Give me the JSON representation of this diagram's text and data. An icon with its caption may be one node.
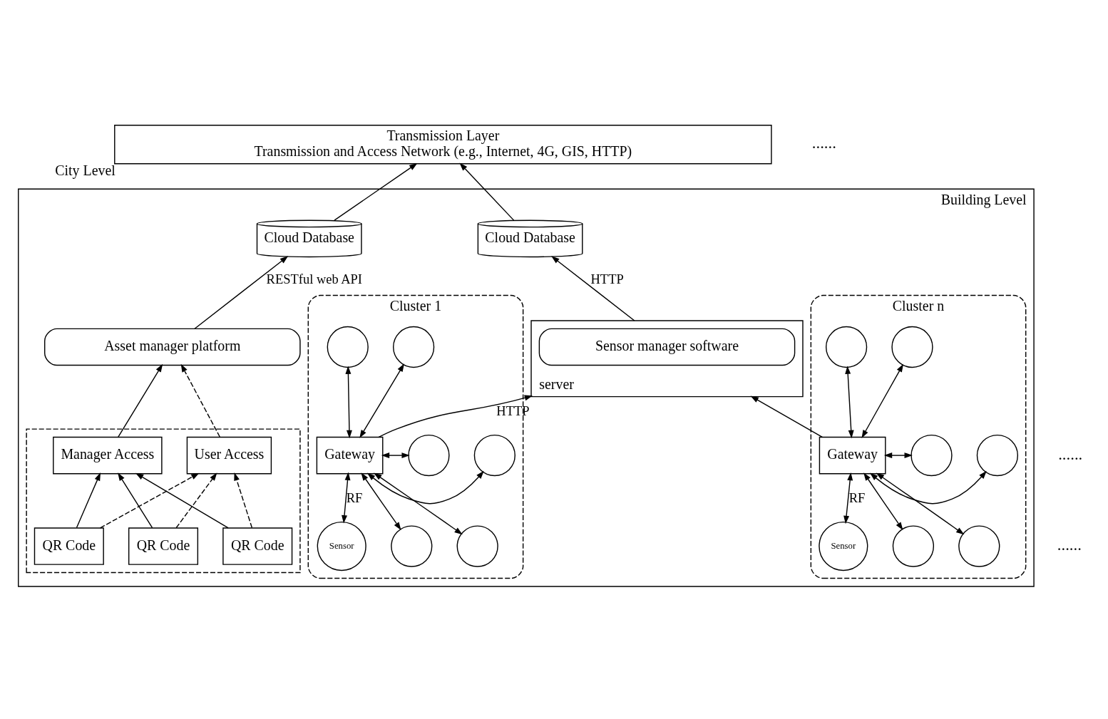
{
  "diagram": {
    "nodes": [
      {
        "text": [
          "Transmission Layer",
          "Transmission and Access Network (e.g., Internet, 4G, GIS, HTTP)"
        ],
        "beside": [
          "City Level"
        ]
      },
      {
        "text": [
          "Building Level"
        ]
      },
      {
        "text": [
          "Cloud Database"
        ],
        "in": 1
      },
      {
        "text": [
          "Cloud Database"
        ],
        "in": 1
      },
      {
        "text": [
          "server"
        ],
        "in": 1
      },
      {
        "text": [
          "Sensor manager software"
        ],
        "in": 4
      },
      {
        "text": [
          "Asset manager platform"
        ],
        "in": 1
      },
      {
        "text": [
          "Cluster 1"
        ],
        "in": 1
      },
      {
        "text": [
          "Gateway"
        ],
        "in": 7
      },
      {
        "text": [],
        "shape": "circle",
        "in": 7
      },
      {
        "text": [],
        "shape": "circle",
        "in": 7
      },
      {
        "text": [],
        "shape": "circle",
        "in": 7
      },
      {
        "text": [],
        "shape": "circle",
        "in": 7
      },
      {
        "text": [],
        "shape": "circle",
        "in": 7
      },
      {
        "text": [],
        "shape": "circle",
        "in": 7
      },
      {
        "text": [
          "Sensor"
        ],
        "in": 7
      },
      {
        "text": [
          "Cluster n"
        ],
        "in": 1
      },
      {
        "text": [
          "Gateway"
        ],
        "in": 16
      },
      {
        "text": [],
        "shape": "circle",
        "in": 16
      },
      {
        "text": [],
        "shape": "circle",
        "in": 16
      },
      {
        "text": [],
        "shape": "circle",
        "in": 16
      },
      {
        "text": [],
        "shape": "circle",
        "in": 16
      },
      {
        "text": [],
        "shape": "circle",
        "in": 16
      },
      {
        "text": [],
        "shape": "circle",
        "in": 16
      },
      {
        "text": [
          "Sensor"
        ],
        "in": 16
      },
      {
        "text": [],
        "shape": "box",
        "in": 1
      },
      {
        "text": [
          "Manager Access"
        ],
        "in": 25
      },
      {
        "text": [
          "User Access"
        ],
        "in": 25
      },
      {
        "text": [
          "QR Code"
        ],
        "in": 25
      },
      {
        "text": [
          "QR Code"
        ],
        "in": 25
      },
      {
        "text": [
          "QR Code"
        ],
        "in": 25
      }
    ],
    "edges": [
      {
        "from": 2,
        "to": 0,
        "arrow": "to"
      },
      {
        "from": 3,
        "to": 0,
        "arrow": "to"
      },
      {
        "from": 4,
        "to": 2,
        "arrow": "to",
        "label": "HTTP"
      },
      {
        "from": 6,
        "to": 3,
        "arrow": "to",
        "label": "RESTful web API"
      },
      {
        "from": 8,
        "to": 4,
        "arrow": "to",
        "label": "HTTP"
      },
      {
        "from": 17,
        "to": 4,
        "arrow": "to"
      },
      {
        "from": 8,
        "to": 9,
        "arrow": "both"
      },
      {
        "from": 8,
        "to": 10,
        "arrow": "both"
      },
      {
        "from": 8,
        "to": 11,
        "arrow": "both"
      },
      {
        "from": 8,
        "to": 12,
        "arrow": "both"
      },
      {
        "from": 8,
        "to": 13,
        "arrow": "both"
      },
      {
        "from": 8,
        "to": 14,
        "arrow": "both"
      },
      {
        "from": 8,
        "to": 15,
        "arrow": "both",
        "label": "RF"
      },
      {
        "from": 17,
        "to": 18,
        "arrow": "both"
      },
      {
        "from": 17,
        "to": 19,
        "arrow": "both"
      },
      {
        "from": 17,
        "to": 20,
        "arrow": "both"
      },
      {
        "from": 17,
        "to": 21,
        "arrow": "both"
      },
      {
        "from": 17,
        "to": 22,
        "arrow": "both"
      },
      {
        "from": 17,
        "to": 23,
        "arrow": "both"
      },
      {
        "from": 17,
        "to": 24,
        "arrow": "both",
        "label": "RF"
      },
      {
        "from": 26,
        "to": 6,
        "arrow": "to"
      },
      {
        "from": 27,
        "to": 6,
        "arrow": "to",
        "style": "dashed"
      },
      {
        "from": 28,
        "to": 26,
        "arrow": "to"
      },
      {
        "from": 29,
        "to": 26,
        "arrow": "to"
      },
      {
        "from": 30,
        "to": 26,
        "arrow": "to"
      },
      {
        "from": 28,
        "to": 27,
        "arrow": "to",
        "style": "dashed"
      },
      {
        "from": 29,
        "to": 27,
        "arrow": "to",
        "style": "dashed"
      },
      {
        "from": 30,
        "to": 27,
        "arrow": "to",
        "style": "dashed"
      }
    ],
    "labels": [
      "......",
      "......",
      "......"
    ]
  }
}
